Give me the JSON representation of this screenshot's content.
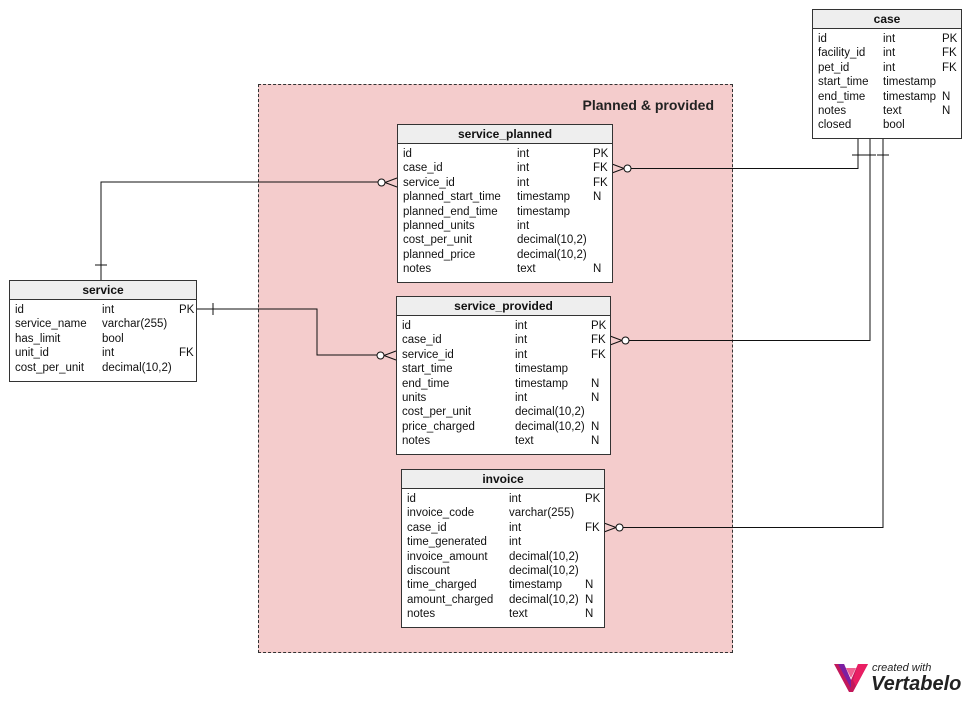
{
  "area": {
    "title": "Planned & provided"
  },
  "tables": [
    {
      "key": "service_planned",
      "name": "service_planned",
      "columns": [
        {
          "name": "id",
          "type": "int",
          "flag": "PK"
        },
        {
          "name": "case_id",
          "type": "int",
          "flag": "FK"
        },
        {
          "name": "service_id",
          "type": "int",
          "flag": "FK"
        },
        {
          "name": "planned_start_time",
          "type": "timestamp",
          "flag": "N"
        },
        {
          "name": "planned_end_time",
          "type": "timestamp",
          "flag": ""
        },
        {
          "name": "planned_units",
          "type": "int",
          "flag": ""
        },
        {
          "name": "cost_per_unit",
          "type": "decimal(10,2)",
          "flag": ""
        },
        {
          "name": "planned_price",
          "type": "decimal(10,2)",
          "flag": ""
        },
        {
          "name": "notes",
          "type": "text",
          "flag": "N"
        }
      ]
    },
    {
      "key": "service_provided",
      "name": "service_provided",
      "columns": [
        {
          "name": "id",
          "type": "int",
          "flag": "PK"
        },
        {
          "name": "case_id",
          "type": "int",
          "flag": "FK"
        },
        {
          "name": "service_id",
          "type": "int",
          "flag": "FK"
        },
        {
          "name": "start_time",
          "type": "timestamp",
          "flag": ""
        },
        {
          "name": "end_time",
          "type": "timestamp",
          "flag": "N"
        },
        {
          "name": "units",
          "type": "int",
          "flag": "N"
        },
        {
          "name": "cost_per_unit",
          "type": "decimal(10,2)",
          "flag": ""
        },
        {
          "name": "price_charged",
          "type": "decimal(10,2)",
          "flag": "N"
        },
        {
          "name": "notes",
          "type": "text",
          "flag": "N"
        }
      ]
    },
    {
      "key": "invoice",
      "name": "invoice",
      "columns": [
        {
          "name": "id",
          "type": "int",
          "flag": "PK"
        },
        {
          "name": "invoice_code",
          "type": "varchar(255)",
          "flag": ""
        },
        {
          "name": "case_id",
          "type": "int",
          "flag": "FK"
        },
        {
          "name": "time_generated",
          "type": "int",
          "flag": ""
        },
        {
          "name": "invoice_amount",
          "type": "decimal(10,2)",
          "flag": ""
        },
        {
          "name": "discount",
          "type": "decimal(10,2)",
          "flag": ""
        },
        {
          "name": "time_charged",
          "type": "timestamp",
          "flag": "N"
        },
        {
          "name": "amount_charged",
          "type": "decimal(10,2)",
          "flag": "N"
        },
        {
          "name": "notes",
          "type": "text",
          "flag": "N"
        }
      ]
    },
    {
      "key": "service",
      "name": "service",
      "columns": [
        {
          "name": "id",
          "type": "int",
          "flag": "PK"
        },
        {
          "name": "service_name",
          "type": "varchar(255)",
          "flag": ""
        },
        {
          "name": "has_limit",
          "type": "bool",
          "flag": ""
        },
        {
          "name": "unit_id",
          "type": "int",
          "flag": "FK"
        },
        {
          "name": "cost_per_unit",
          "type": "decimal(10,2)",
          "flag": ""
        }
      ]
    },
    {
      "key": "case",
      "name": "case",
      "columns": [
        {
          "name": "id",
          "type": "int",
          "flag": "PK"
        },
        {
          "name": "facility_id",
          "type": "int",
          "flag": "FK"
        },
        {
          "name": "pet_id",
          "type": "int",
          "flag": "FK"
        },
        {
          "name": "start_time",
          "type": "timestamp",
          "flag": ""
        },
        {
          "name": "end_time",
          "type": "timestamp",
          "flag": "N"
        },
        {
          "name": "notes",
          "type": "text",
          "flag": "N"
        },
        {
          "name": "closed",
          "type": "bool",
          "flag": ""
        }
      ]
    }
  ],
  "logo": {
    "small": "created with",
    "big": "Vertabelo"
  }
}
